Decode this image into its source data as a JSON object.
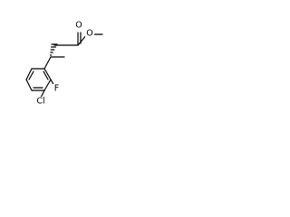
{
  "structure": {
    "atoms": {
      "carbonyl_oxygen": "O",
      "ester_oxygen": "O",
      "fluorine": "F",
      "chlorine": "Cl"
    },
    "colors": {
      "bond": "#000000",
      "label": "#000000",
      "background": "#ffffff"
    }
  }
}
